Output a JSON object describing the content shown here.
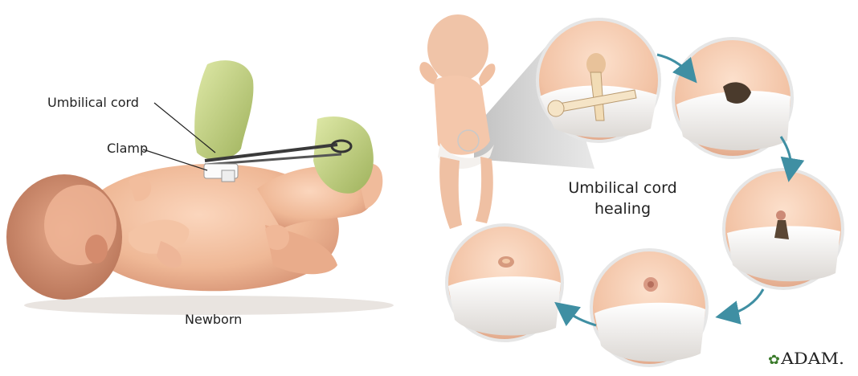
{
  "labels": {
    "umbilical_cord": "Umbilical cord",
    "clamp": "Clamp",
    "newborn": "Newborn",
    "healing_line1": "Umbilical cord",
    "healing_line2": "healing"
  },
  "logo": {
    "text": "ADAM."
  },
  "colors": {
    "skin": "#f2bfa0",
    "skin_shadow": "#d9977a",
    "glove": "#c9d88a",
    "diaper": "#f4f2f0",
    "arrow": "#3f8fa3"
  },
  "healing_stages": [
    "clamp attached",
    "dried cord stump",
    "stump shrinking",
    "navel nearly healed",
    "navel healed"
  ]
}
